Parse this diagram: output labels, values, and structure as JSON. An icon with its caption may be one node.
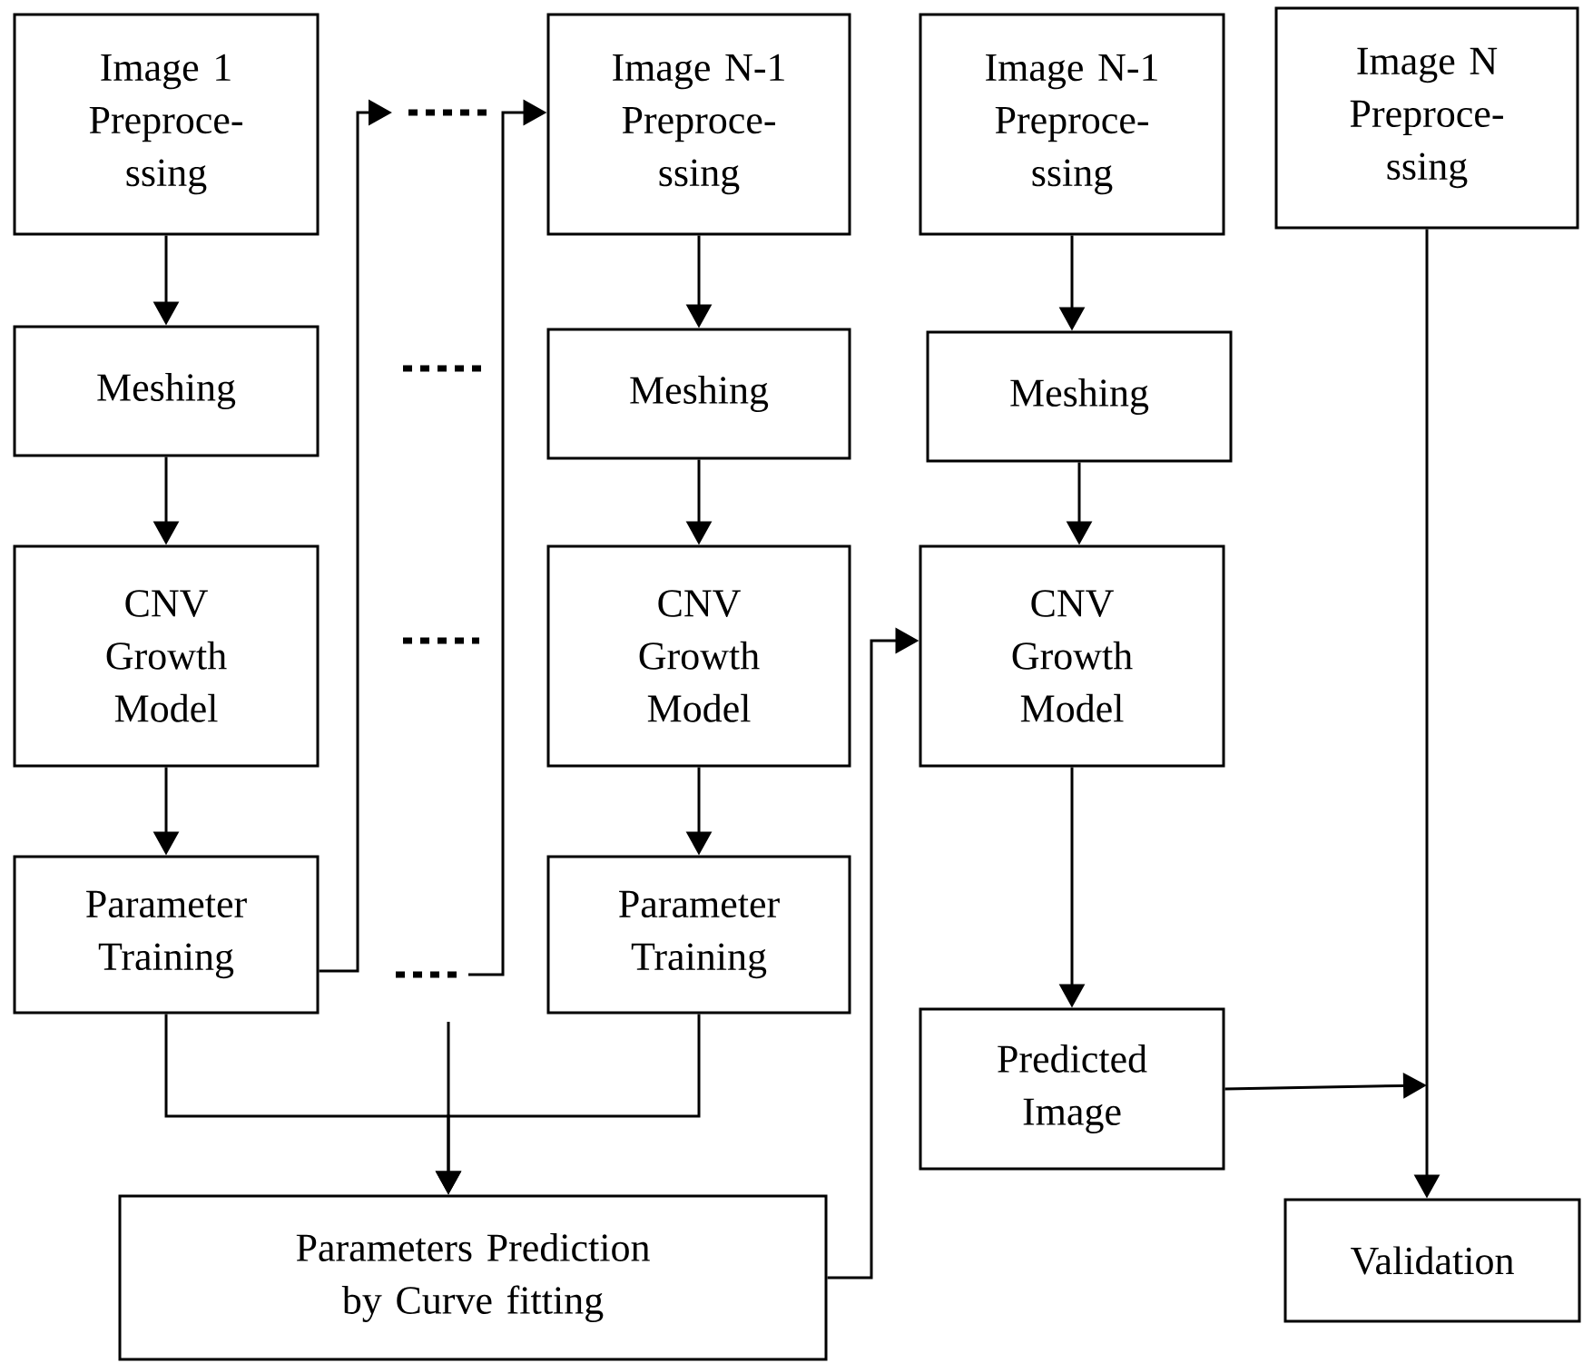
{
  "diagram": {
    "nodes": [
      {
        "text": [
          "Image 1 Preproce- ssing"
        ]
      },
      {
        "text": [
          "Meshing"
        ]
      },
      {
        "text": [
          "CNV Growth Model"
        ]
      },
      {
        "text": [
          "Parameter Training"
        ]
      },
      {
        "text": [
          "Image N-1 Preproce- ssing"
        ]
      },
      {
        "text": [
          "Meshing"
        ]
      },
      {
        "text": [
          "CNV Growth Model"
        ]
      },
      {
        "text": [
          "Parameter Training"
        ]
      },
      {
        "text": [
          "Image N-1 Preproce- ssing"
        ]
      },
      {
        "text": [
          "Meshing"
        ]
      },
      {
        "text": [
          "CNV Growth Model"
        ]
      },
      {
        "text": [
          "Predicted Image"
        ]
      },
      {
        "text": [
          "Image N Preproce- ssing"
        ]
      },
      {
        "text": [
          "Parameters Prediction by Curve fitting"
        ]
      },
      {
        "text": [
          "Validation"
        ]
      }
    ],
    "edges": [
      {
        "from": 0,
        "to": 1,
        "arrow": "to"
      },
      {
        "from": 1,
        "to": 2,
        "arrow": "to"
      },
      {
        "from": 2,
        "to": 3,
        "arrow": "to"
      },
      {
        "from": 4,
        "to": 5,
        "arrow": "to"
      },
      {
        "from": 5,
        "to": 6,
        "arrow": "to"
      },
      {
        "from": 6,
        "to": 7,
        "arrow": "to"
      },
      {
        "from": 8,
        "to": 9,
        "arrow": "to"
      },
      {
        "from": 9,
        "to": 10,
        "arrow": "to"
      },
      {
        "from": 10,
        "to": 11,
        "arrow": "to"
      },
      {
        "from": 3,
        "to": null,
        "arrow": "to"
      },
      {
        "from": null,
        "to": 4,
        "arrow": "to"
      },
      {
        "from": 3,
        "to": 13,
        "arrow": "to"
      },
      {
        "from": 7,
        "to": 13,
        "arrow": "to"
      },
      {
        "from": 13,
        "to": 10,
        "arrow": "to"
      },
      {
        "from": 11,
        "to": null,
        "arrow": "to"
      },
      {
        "from": 12,
        "to": 14,
        "arrow": "to"
      }
    ]
  }
}
